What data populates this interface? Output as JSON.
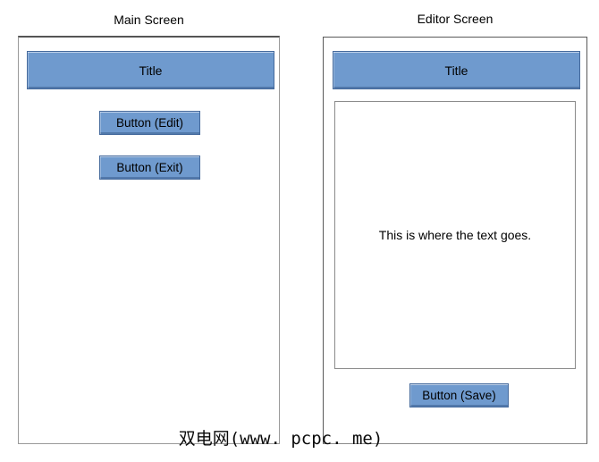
{
  "main_screen": {
    "label": "Main Screen",
    "title_bar": "Title",
    "buttons": {
      "edit": "Button (Edit)",
      "exit": "Button (Exit)"
    }
  },
  "editor_screen": {
    "label": "Editor Screen",
    "title_bar": "Title",
    "text_area": "This is where the text goes.",
    "buttons": {
      "save": "Button (Save)"
    }
  },
  "watermark": "双电网(www. pcpc. me)",
  "colors": {
    "accent_fill": "#6f9ace",
    "accent_border": "#44699c",
    "main_panel_border": "#9a9a9a",
    "main_panel_border_top": "#555555",
    "editor_panel_border": "#595959",
    "textarea_border": "#8a8a8a",
    "text": "#000000",
    "background": "#ffffff"
  }
}
